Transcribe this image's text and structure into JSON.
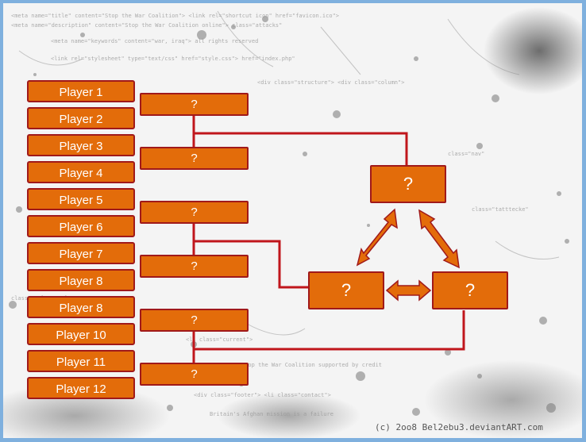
{
  "players": [
    "Player 1",
    "Player 2",
    "Player 3",
    "Player 4",
    "Player 5",
    "Player 6",
    "Player 7",
    "Player 8",
    "Player 8",
    "Player 10",
    "Player 11",
    "Player 12"
  ],
  "round1": [
    "?",
    "?",
    "?",
    "?",
    "?",
    "?"
  ],
  "final": {
    "top": "?",
    "left": "?",
    "right": "?"
  },
  "credit": "(c) 2oo8 Bel2ebu3.deviantART.com",
  "colors": {
    "box_fill": "#e36c0a",
    "box_border": "#a0191a",
    "line": "#c0161c",
    "background": "#f4f4f4",
    "frame": "#7fb0de"
  }
}
